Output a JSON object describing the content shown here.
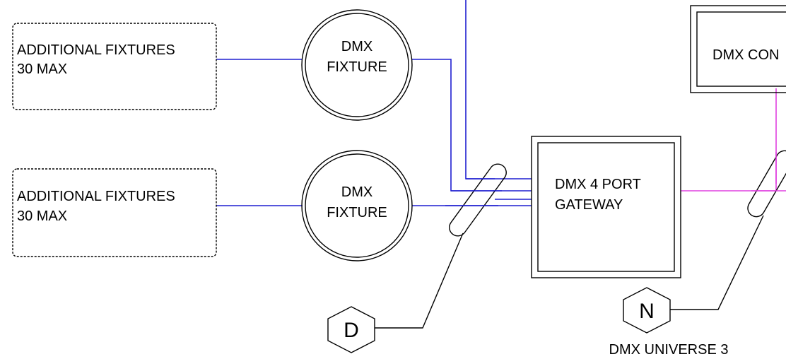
{
  "diagram": {
    "fixture_groups": [
      {
        "line1": "ADDITIONAL FIXTURES",
        "line2": "30 MAX"
      },
      {
        "line1": "ADDITIONAL FIXTURES",
        "line2": "30 MAX"
      }
    ],
    "fixtures": [
      {
        "line1": "DMX",
        "line2": "FIXTURE"
      },
      {
        "line1": "DMX",
        "line2": "FIXTURE"
      }
    ],
    "gateway": {
      "line1": "DMX 4 PORT",
      "line2": "GATEWAY"
    },
    "controller": {
      "label": "DMX CON"
    },
    "tags": [
      {
        "letter": "D"
      },
      {
        "letter": "N",
        "caption": "DMX UNIVERSE 3"
      }
    ],
    "colors": {
      "dmx_line": "#1f1fd0",
      "network_line": "#e040e0",
      "outline": "#000000"
    }
  }
}
